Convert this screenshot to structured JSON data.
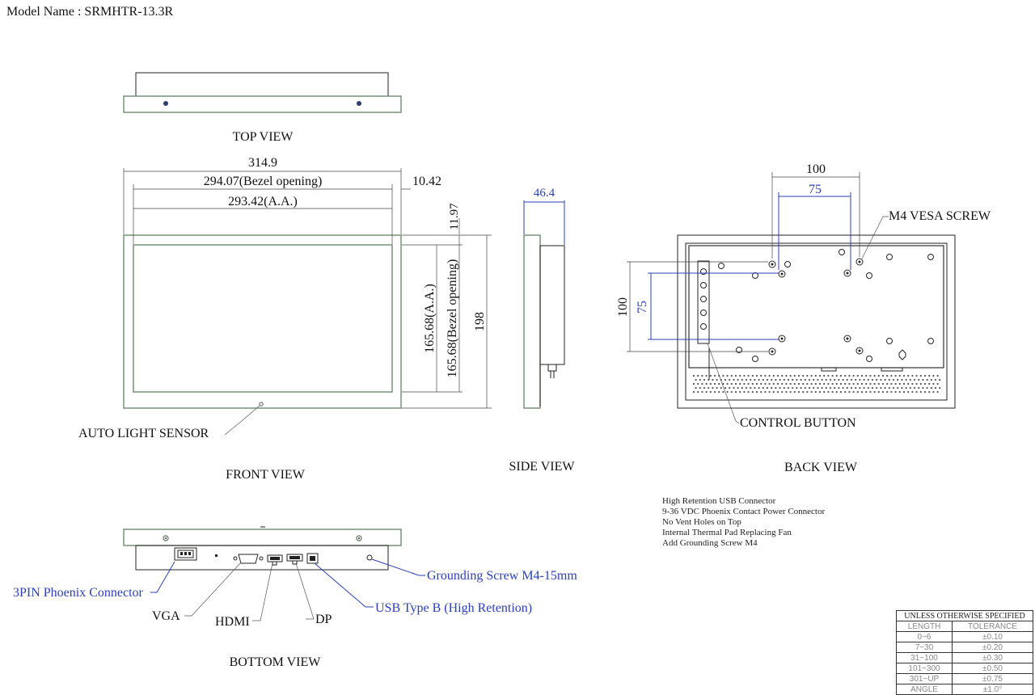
{
  "model_name": "Model Name : SRMHTR-13.3R",
  "views": {
    "top": "TOP VIEW",
    "front": "FRONT VIEW",
    "side": "SIDE VIEW",
    "back": "BACK VIEW",
    "bottom": "BOTTOM VIEW"
  },
  "front_dims": {
    "overall_width": "314.9",
    "bezel_opening_width": "294.07(Bezel opening)",
    "aa_width": "293.42(A.A.)",
    "side_border": "10.42",
    "top_border": "11.97",
    "aa_height": "165.68(A.A.)",
    "bezel_opening_height": "165.68(Bezel opening)",
    "overall_height": "198"
  },
  "side_dims": {
    "depth": "46.4"
  },
  "back_dims": {
    "vesa_outer_h": "100",
    "vesa_inner_h": "75",
    "vesa_outer_v": "100",
    "vesa_inner_v": "75"
  },
  "callouts": {
    "auto_light_sensor": "AUTO LIGHT SENSOR",
    "m4_vesa_screw": "M4 VESA SCREW",
    "control_button": "CONTROL BUTTON",
    "phoenix_connector": "3PIN Phoenix Connector",
    "vga": "VGA",
    "hdmi": "HDMI",
    "dp": "DP",
    "usb_type_b": "USB Type B (High Retention)",
    "grounding_screw": "Grounding Screw M4-15mm"
  },
  "notes": [
    "High Retention USB Connector",
    "9-36 VDC Phoenix Contact Power Connector",
    "No Vent Holes on Top",
    "Internal Thermal Pad Replacing Fan",
    "Add Grounding Screw M4"
  ],
  "tolerance_table": {
    "title": "UNLESS OTHERWISE SPECIFIED",
    "headers": [
      "LENGTH",
      "TOLERANCE"
    ],
    "rows": [
      [
        "0~6",
        "±0.10"
      ],
      [
        "7~30",
        "±0.20"
      ],
      [
        "31~100",
        "±0.30"
      ],
      [
        "101~300",
        "±0.50"
      ],
      [
        "301~UP",
        "±0.75"
      ],
      [
        "ANGLE",
        "±1.0°"
      ]
    ]
  },
  "colors": {
    "callout_blue": "#2a3fb8",
    "frame_green": "#6f8a6f"
  }
}
